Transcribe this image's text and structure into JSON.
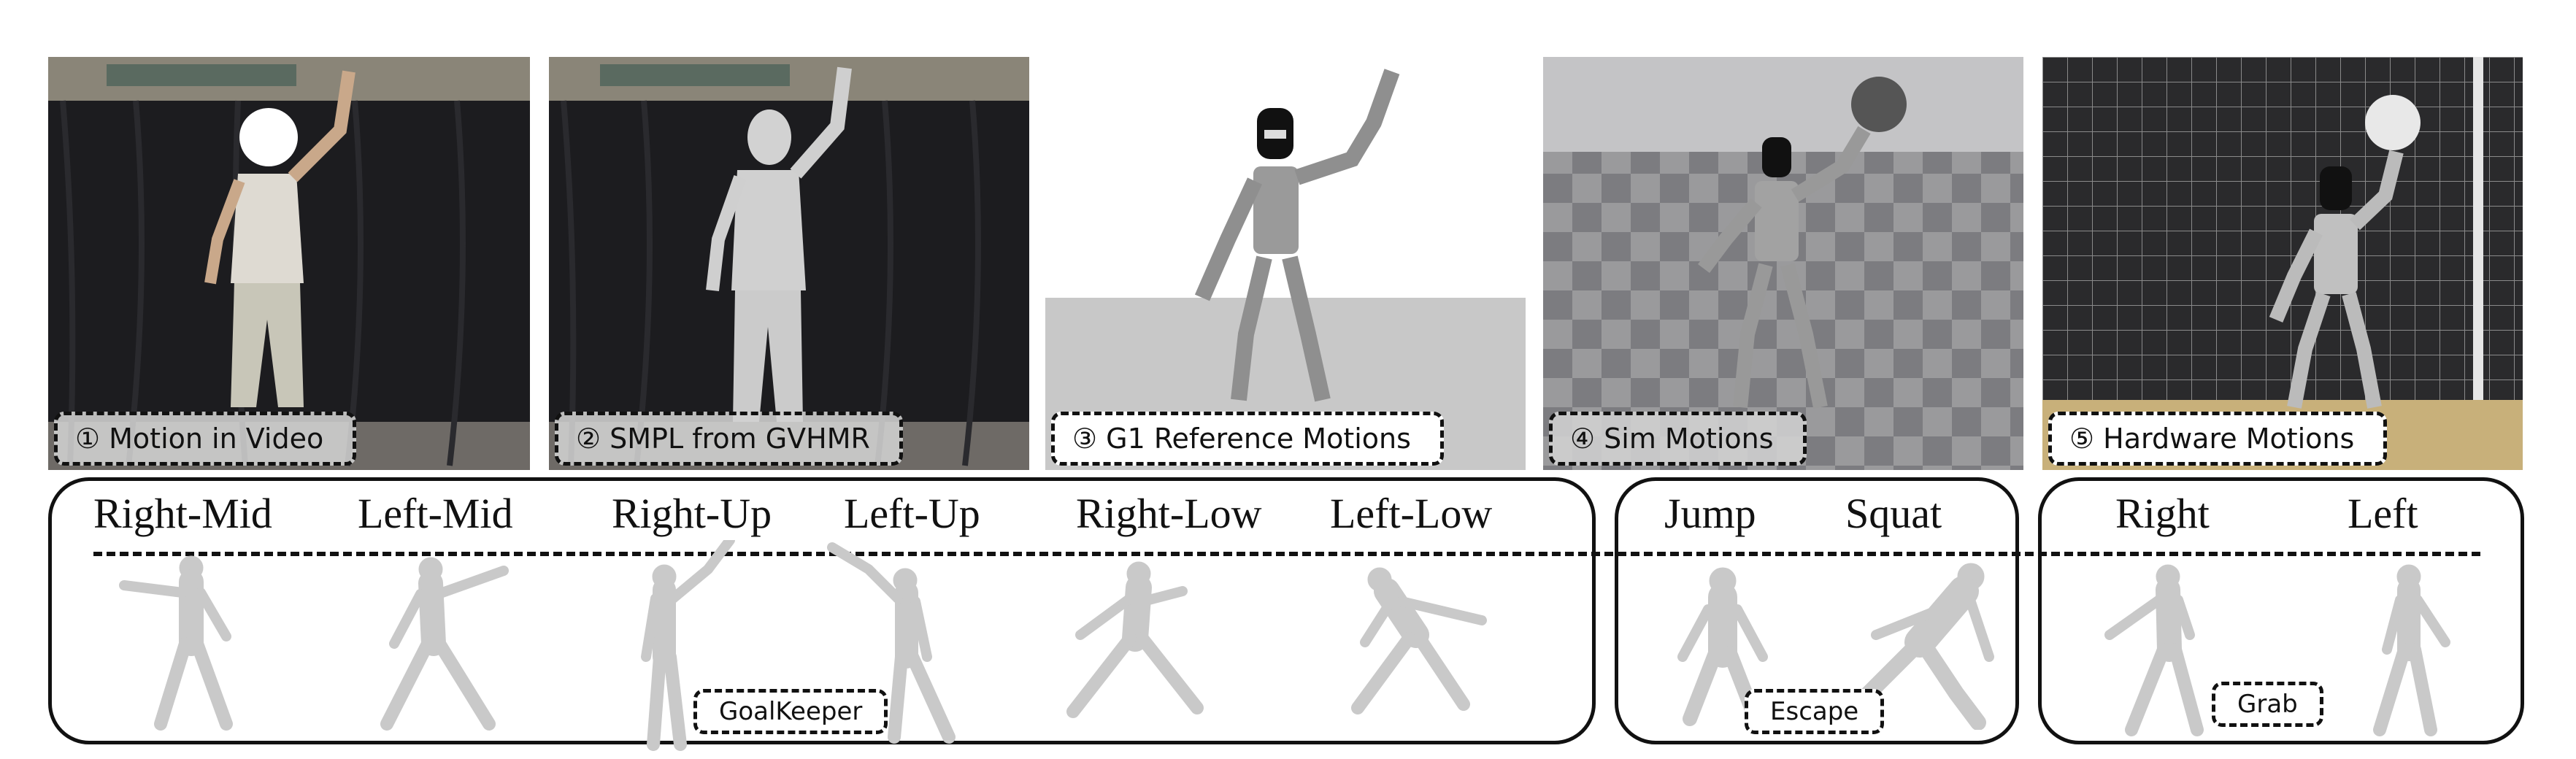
{
  "panels": [
    {
      "caption": "① Motion in Video"
    },
    {
      "caption": "② SMPL from GVHMR"
    },
    {
      "caption": "③ G1 Reference Motions"
    },
    {
      "caption": "④ Sim Motions"
    },
    {
      "caption": "⑤ Hardware Motions"
    }
  ],
  "groups": {
    "goalkeeper": {
      "tag": "GoalKeeper",
      "labels": [
        "Right-Mid",
        "Left-Mid",
        "Right-Up",
        "Left-Up",
        "Right-Low",
        "Left-Low"
      ]
    },
    "escape": {
      "tag": "Escape",
      "labels": [
        "Jump",
        "Squat"
      ]
    },
    "grab": {
      "tag": "Grab",
      "labels": [
        "Right",
        "Left"
      ]
    }
  },
  "colors": {
    "curtain": "#1c1c1f",
    "mesh": "#c9c9c9",
    "robot": "#8e8e90",
    "border": "#111111"
  }
}
